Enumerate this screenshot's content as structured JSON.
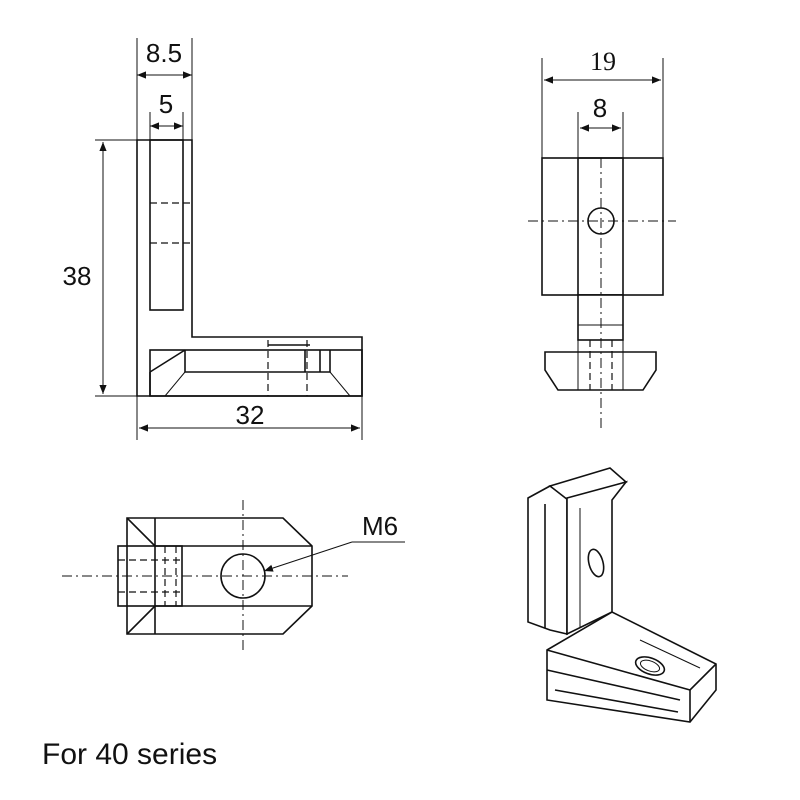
{
  "dimensions": {
    "front_width_top": "8.5",
    "front_width_inner": "5",
    "front_height": "38",
    "front_length": "32",
    "side_width": "19",
    "side_slot": "8"
  },
  "callouts": {
    "thread": "M6"
  },
  "caption": "For 40 series"
}
